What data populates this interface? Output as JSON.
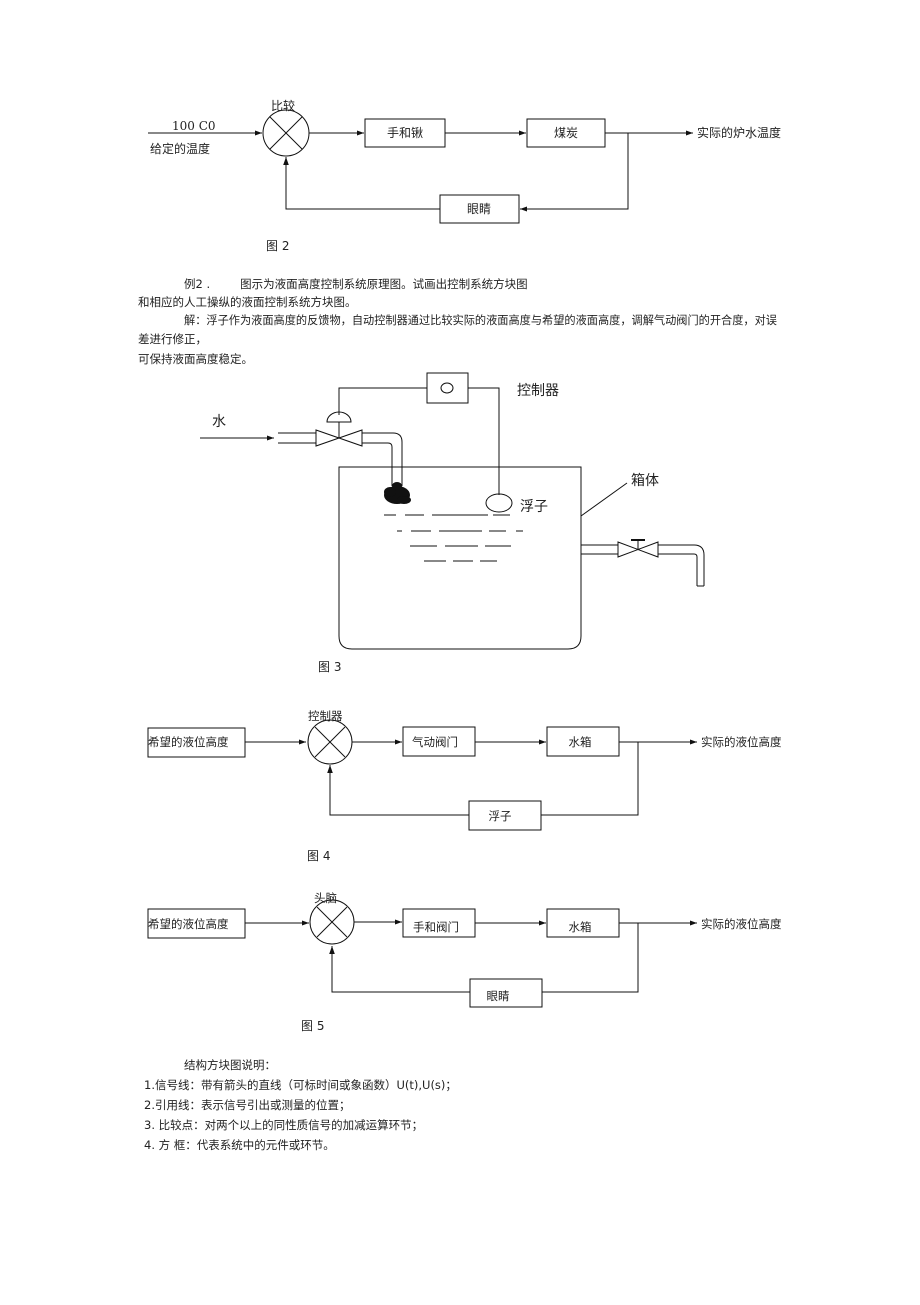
{
  "fig2": {
    "compare_label": "比较",
    "input_value": "100 C0",
    "input_label": "给定的温度",
    "block1": "手和锹",
    "block2": "煤炭",
    "output": "实际的炉水温度",
    "feedback": "眼睛",
    "caption": "图 2"
  },
  "example": {
    "line1_prefix": "例2 .",
    "line1_text": "图示为液面高度控制系统原理图。试画出控制系统方块图",
    "line2": "和相应的人工操纵的液面控制系统方块图。",
    "line3": "解：浮子作为液面高度的反馈物，自动控制器通过比较实际的液面高度与希望的液面高度，调解气动阀门的开合度，对误",
    "line4": "差进行修正，",
    "line5": "可保持液面高度稳定。"
  },
  "fig3": {
    "controller": "控制器",
    "water": "水",
    "tank": "箱体",
    "float": "浮子",
    "caption": "图 3"
  },
  "fig4": {
    "compare_label": "控制器",
    "input": "希望的液位高度",
    "block1": "气动阀门",
    "block2": "水箱",
    "output": "实际的液位高度",
    "feedback": "浮子",
    "caption": "图 4"
  },
  "fig5": {
    "compare_label": "头脑",
    "input": "希望的液位高度",
    "block1": "手和阀门",
    "block2": "水箱",
    "output": "实际的液位高度",
    "feedback": "眼睛",
    "caption": "图 5"
  },
  "notes": {
    "title": "结构方块图说明：",
    "item1": "1.信号线：带有箭头的直线（可标时间或象函数）U(t),U(s)；",
    "item2": "2.引用线：表示信号引出或测量的位置；",
    "item3": "3.   比较点：对两个以上的同性质信号的加减运算环节；",
    "item4": "4.   方 框：代表系统中的元件或环节。"
  }
}
